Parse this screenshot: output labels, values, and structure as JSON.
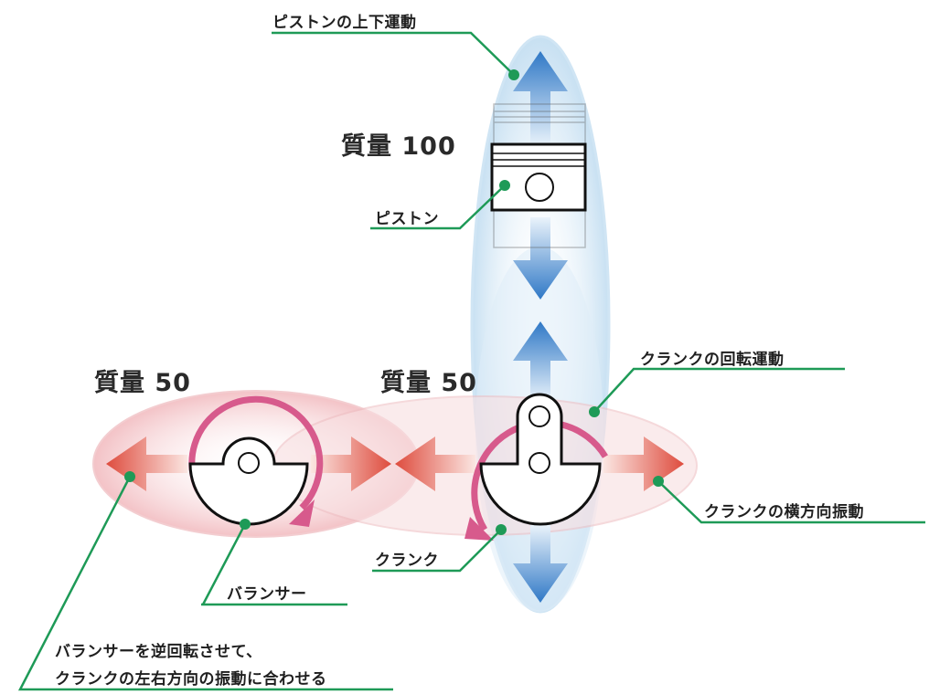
{
  "labels": {
    "piston_motion": "ピストンの上下運動",
    "piston": "ピストン",
    "crank_rotation": "クランクの回転運動",
    "crank_lateral_vibration": "クランクの横方向振動",
    "crank": "クランク",
    "balancer": "バランサー",
    "note_line1": "バランサーを逆回転させて、",
    "note_line2": "クランクの左右方向の振動に合わせる"
  },
  "mass_labels": {
    "piston": "質量 100",
    "balancer": "質量 50",
    "crank": "質量 50"
  },
  "colors": {
    "leader_green": "#1e9a57",
    "blue_arrow": "#3f86cf",
    "red_arrow": "#e0574a",
    "rotation_pink": "#d75a8c",
    "ellipse_blue": "#d6e9f6",
    "ellipse_red": "#f7d4d6"
  }
}
